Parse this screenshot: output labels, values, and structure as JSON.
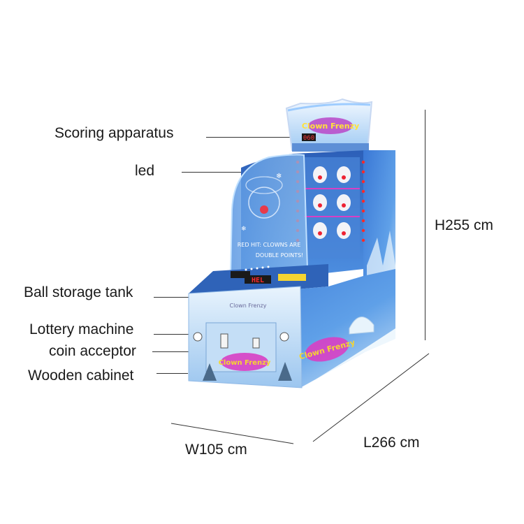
{
  "labels": {
    "scoring": "Scoring apparatus",
    "led": "led",
    "ball_tank": "Ball storage tank",
    "lottery": "Lottery machine",
    "coin": "coin acceptor",
    "cabinet": "Wooden cabinet"
  },
  "dimensions": {
    "height": "H255 cm",
    "width": "W105 cm",
    "length": "L266 cm"
  },
  "machine": {
    "marquee_text": "Clown Frenzy",
    "score_display": "060",
    "glass_text_1": "RED HIT: CLOWNS ARE",
    "glass_text_2": "DOUBLE POINTS!",
    "panel_display": "HEL",
    "front_logo": "Clown Frenzy",
    "side_logo": "Clown Frenzy",
    "front_small_text": "Clown Frenzy"
  },
  "colors": {
    "cabinet_blue": "#3e7fd8",
    "ice_light": "#d6ecfb",
    "led_red": "#ff2a2a",
    "accent_magenta": "#d83fc4",
    "accent_yellow": "#f5d531"
  }
}
